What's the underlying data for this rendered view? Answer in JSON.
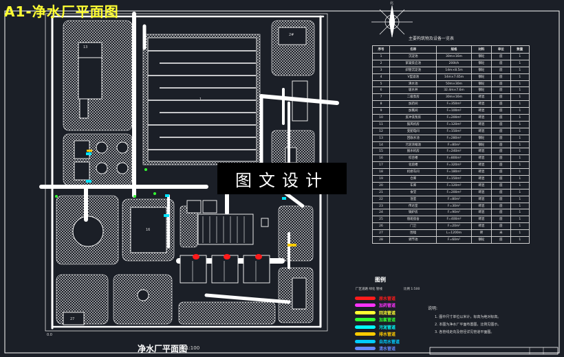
{
  "drawing": {
    "top_title": "A1-净水厂平面图",
    "watermark": "图文设计",
    "bottom_title": "净水厂平面图",
    "scale": "1:100",
    "north_label": "北",
    "corner_label": "0.0"
  },
  "plan_labels": [
    {
      "name": "building-label-main",
      "text": "1"
    },
    {
      "name": "building-label-left",
      "text": "2#"
    },
    {
      "name": "building-label-tower",
      "text": "13"
    },
    {
      "name": "building-label-tank",
      "text": "16"
    },
    {
      "name": "building-label-bl",
      "text": "27"
    }
  ],
  "equipment_table": {
    "title": "主要构筑物及设备一览表",
    "headers": [
      "序号",
      "名称",
      "规格",
      "材料",
      "单位",
      "数量"
    ],
    "rows": [
      [
        "1",
        "沉淀池",
        "30m×16m",
        "钢砼",
        "座",
        "1"
      ],
      [
        "2",
        "絮凝反应池",
        "200t/h",
        "钢砼",
        "座",
        "1"
      ],
      [
        "3",
        "斜管沉淀池",
        "14m×8.5m",
        "钢砼",
        "座",
        "1"
      ],
      [
        "4",
        "V型滤池",
        "14m×7.65m",
        "钢砼",
        "座",
        "1"
      ],
      [
        "5",
        "清水池",
        "50m×30m",
        "钢砼",
        "座",
        "1"
      ],
      [
        "6",
        "吸水井",
        "32.4m×7.6m",
        "钢砼",
        "座",
        "1"
      ],
      [
        "7",
        "二级泵房",
        "30m×16m",
        "砖混",
        "座",
        "1"
      ],
      [
        "8",
        "加药间",
        "F=350m²",
        "砖混",
        "座",
        "1"
      ],
      [
        "9",
        "加氯间",
        "F=100m²",
        "砖混",
        "座",
        "1"
      ],
      [
        "10",
        "反冲洗泵房",
        "F=200m²",
        "砖混",
        "座",
        "1"
      ],
      [
        "11",
        "鼓风机房",
        "F=120m²",
        "砖混",
        "座",
        "1"
      ],
      [
        "12",
        "变配电间",
        "F=150m²",
        "砖混",
        "座",
        "1"
      ],
      [
        "13",
        "回收水池",
        "F=280m²",
        "钢砼",
        "座",
        "1"
      ],
      [
        "14",
        "污泥浓缩池",
        "F=80m²",
        "钢砼",
        "座",
        "1"
      ],
      [
        "15",
        "脱水机房",
        "F=240m²",
        "砖混",
        "座",
        "1"
      ],
      [
        "16",
        "综合楼",
        "F=800m²",
        "砖混",
        "座",
        "1"
      ],
      [
        "17",
        "化验楼",
        "F=320m²",
        "砖混",
        "座",
        "1"
      ],
      [
        "18",
        "机修车间",
        "F=180m²",
        "砖混",
        "座",
        "1"
      ],
      [
        "19",
        "仓库",
        "F=150m²",
        "砖混",
        "座",
        "1"
      ],
      [
        "20",
        "车库",
        "F=120m²",
        "砖混",
        "座",
        "1"
      ],
      [
        "21",
        "食堂",
        "F=200m²",
        "砖混",
        "座",
        "1"
      ],
      [
        "22",
        "浴室",
        "F=80m²",
        "砖混",
        "座",
        "1"
      ],
      [
        "23",
        "传达室",
        "F=30m²",
        "砖混",
        "座",
        "1"
      ],
      [
        "24",
        "锅炉房",
        "F=90m²",
        "砖混",
        "座",
        "1"
      ],
      [
        "25",
        "值班宿舍",
        "F=400m²",
        "砖混",
        "座",
        "1"
      ],
      [
        "26",
        "门卫",
        "F=20m²",
        "砖混",
        "座",
        "1"
      ],
      [
        "27",
        "围墙",
        "L=1200m",
        "砖",
        "米",
        "1"
      ],
      [
        "28",
        "调节池",
        "F=60m²",
        "钢砼",
        "座",
        "1"
      ]
    ]
  },
  "legend": {
    "title": "图例",
    "sub_left": "厂区道路 绿化 管线",
    "sub_right": "比例 1:500",
    "items": [
      {
        "label": "原水管道",
        "color": "#ff1b1b"
      },
      {
        "label": "加药管道",
        "color": "#ff33ff"
      },
      {
        "label": "回流管道",
        "color": "#ffff33"
      },
      {
        "label": "加氯管道",
        "color": "#33ff33"
      },
      {
        "label": "污泥管道",
        "color": "#00ffff"
      },
      {
        "label": "排水管道",
        "color": "#ffcc00"
      },
      {
        "label": "自用水管道",
        "color": "#00ccff"
      },
      {
        "label": "清水管道",
        "color": "#6688ff"
      }
    ]
  },
  "notes": {
    "title": "说明:",
    "items": [
      "1. 图中尺寸单位以米计，标高为绝对标高。",
      "2. 本图为净水厂平面布置图，比例见图示。",
      "3. 各管线走向及管径详见管道平面图。"
    ]
  },
  "colors": {
    "background": "#1b1f27",
    "title_yellow": "#ffff33",
    "line": "#ffffff"
  }
}
